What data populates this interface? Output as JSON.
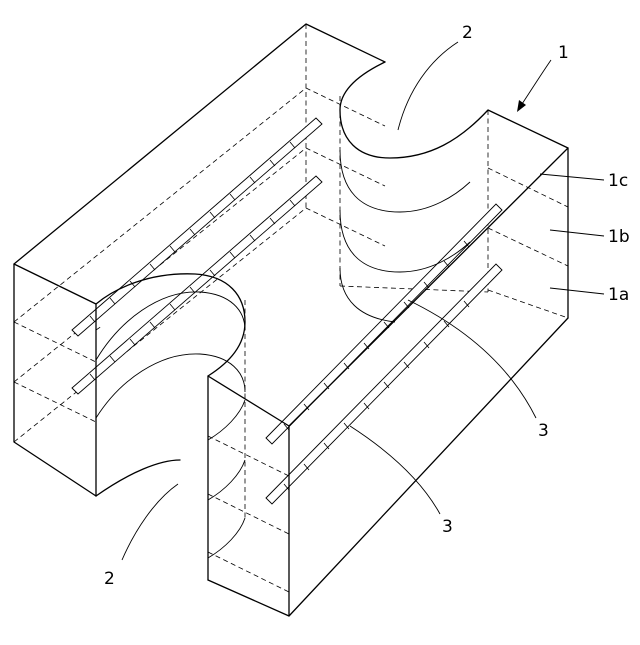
{
  "figure": {
    "ref_block": "1",
    "ref_layer_a": "1a",
    "ref_layer_b": "1b",
    "ref_layer_c": "1c",
    "ref_groove_top": "2",
    "ref_groove_bottom": "2",
    "ref_rebar_back": "3",
    "ref_rebar_front": "3"
  },
  "colors": {
    "line": "#000000",
    "background": "#ffffff"
  }
}
